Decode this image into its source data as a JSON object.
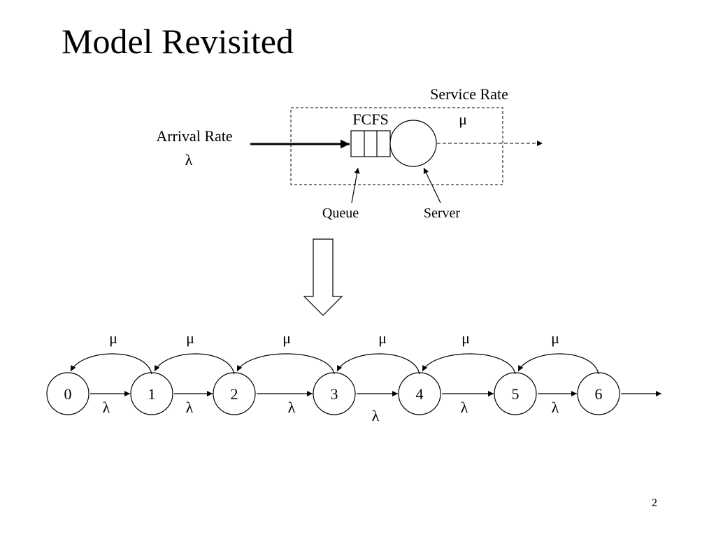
{
  "slide": {
    "title": "Model Revisited",
    "page_number": "2"
  },
  "queue_model": {
    "arrival_label": "Arrival Rate",
    "arrival_symbol": "λ",
    "service_label": "Service Rate",
    "service_symbol": "μ",
    "discipline_label": "FCFS",
    "queue_label": "Queue",
    "server_label": "Server"
  },
  "state_diagram": {
    "states": [
      "0",
      "1",
      "2",
      "3",
      "4",
      "5",
      "6"
    ],
    "forward_labels": [
      "λ",
      "λ",
      "λ",
      "λ",
      "λ",
      "λ"
    ],
    "backward_labels": [
      "μ",
      "μ",
      "μ",
      "μ",
      "μ",
      "μ"
    ]
  }
}
